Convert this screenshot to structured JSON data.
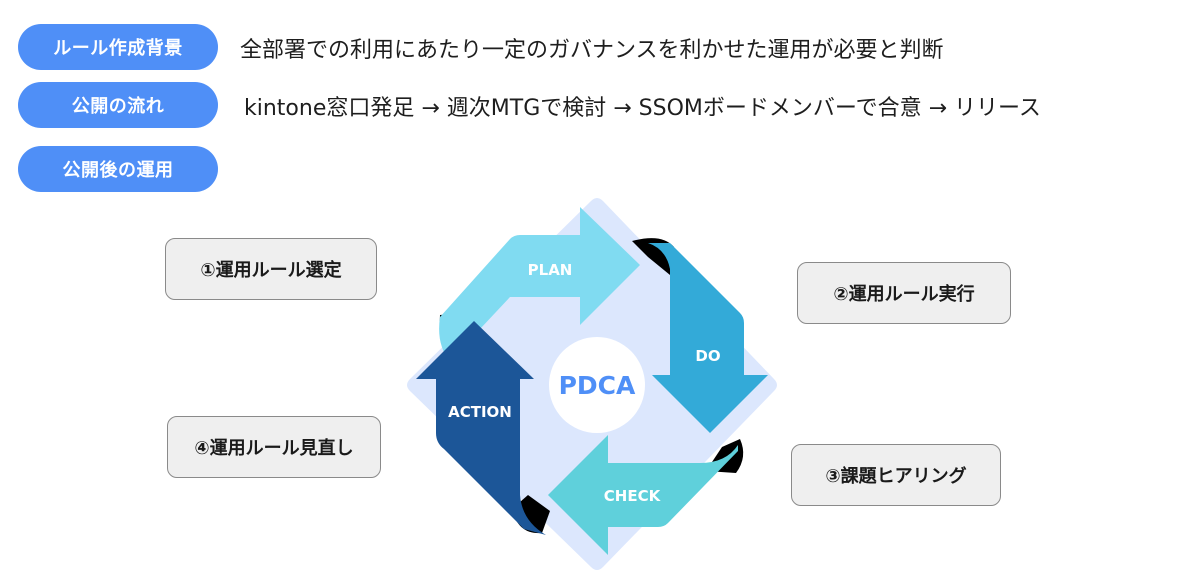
{
  "rows": [
    {
      "label": "ルール作成背景",
      "text": "全部署での利用にあたり一定のガバナンスを利かせた運用が必要と判断"
    },
    {
      "label": "公開の流れ",
      "text": "kintone窓口発足 → 週次MTGで検討 → SSOMボードメンバーで合意 → リリース"
    },
    {
      "label": "公開後の運用",
      "text": ""
    }
  ],
  "pdca": {
    "center": "PDCA",
    "steps": [
      {
        "label": "PLAN",
        "color": "#80dbf1"
      },
      {
        "label": "DO",
        "color": "#33aad8"
      },
      {
        "label": "CHECK",
        "color": "#5fd0db"
      },
      {
        "label": "ACTION",
        "color": "#1c5698"
      }
    ],
    "background_color": "#dce7fd",
    "center_text_color": "#4f8ff7"
  },
  "callouts": [
    {
      "text": "①運用ルール選定"
    },
    {
      "text": "②運用ルール実行"
    },
    {
      "text": "③課題ヒアリング"
    },
    {
      "text": "④運用ルール見直し"
    }
  ]
}
